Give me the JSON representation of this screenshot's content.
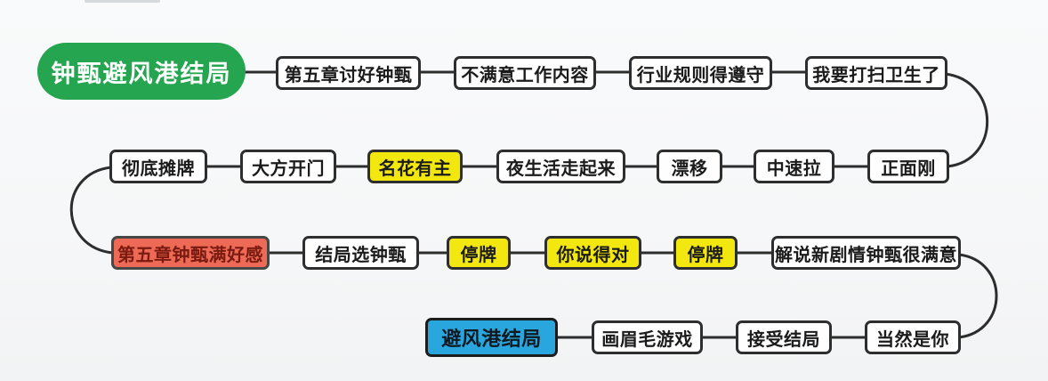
{
  "page": {
    "background": "#f6f7f8",
    "description_colors": {
      "root_green": "#26a551",
      "highlight_yellow": "#f2e70f",
      "milestone_red_bg": "#ec6a56",
      "milestone_red_text": "#7a1a10",
      "ending_blue": "#2aa6de",
      "connector_line": "#2d2d2d",
      "box_border": "#2e2e2e",
      "box_bg": "#fefefe"
    }
  },
  "flowchart": {
    "rows": [
      {
        "items": [
          {
            "label": "钟甄避风港结局",
            "variant": "root"
          },
          {
            "label": "第五章讨好钟甄",
            "variant": "plain"
          },
          {
            "label": "不满意工作内容",
            "variant": "plain"
          },
          {
            "label": "行业规则得遵守",
            "variant": "plain"
          },
          {
            "label": "我要打扫卫生了",
            "variant": "plain"
          }
        ]
      },
      {
        "items": [
          {
            "label": "彻底摊牌",
            "variant": "plain"
          },
          {
            "label": "大方开门",
            "variant": "plain"
          },
          {
            "label": "名花有主",
            "variant": "yellow"
          },
          {
            "label": "夜生活走起来",
            "variant": "plain"
          },
          {
            "label": "漂移",
            "variant": "plain"
          },
          {
            "label": "中速拉",
            "variant": "plain"
          },
          {
            "label": "正面刚",
            "variant": "plain"
          }
        ]
      },
      {
        "items": [
          {
            "label": "第五章钟甄满好感",
            "variant": "red"
          },
          {
            "label": "结局选钟甄",
            "variant": "plain"
          },
          {
            "label": "停牌",
            "variant": "yellow"
          },
          {
            "label": "你说得对",
            "variant": "yellow"
          },
          {
            "label": "停牌",
            "variant": "yellow"
          },
          {
            "label": "解说新剧情钟甄很满意",
            "variant": "plain"
          }
        ]
      },
      {
        "items": [
          {
            "label": "避风港结局",
            "variant": "blue"
          },
          {
            "label": "画眉毛游戏",
            "variant": "plain"
          },
          {
            "label": "接受结局",
            "variant": "plain"
          },
          {
            "label": "当然是你",
            "variant": "plain"
          }
        ]
      }
    ]
  }
}
